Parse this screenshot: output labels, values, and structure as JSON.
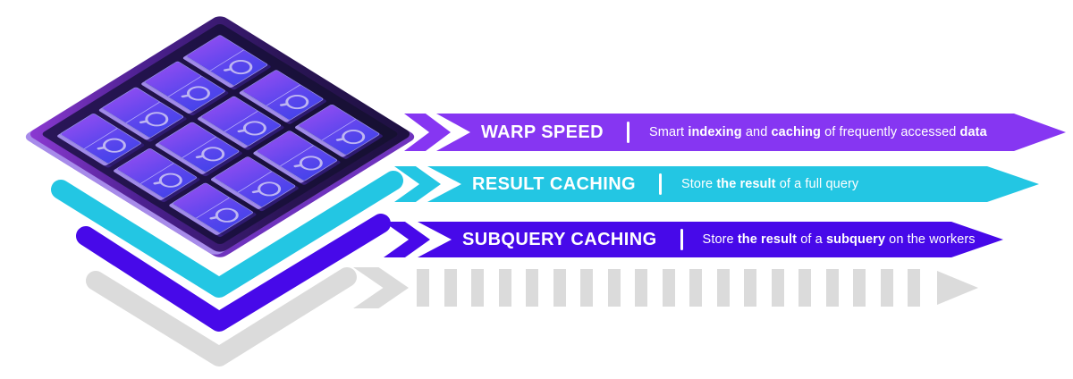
{
  "colors": {
    "warp_purple": "#8636F2",
    "result_cyan": "#23C6E3",
    "subquery_indigo": "#4709E9",
    "flow_gray": "#DBDBDB",
    "board_rim_bright": "#8D3AD4",
    "board_rim_dark": "#1D1040",
    "board_face": "#1B1040",
    "board_side_light": "#A78BEA",
    "board_side_dark": "#6F33BE",
    "tile_violet": "#8A4CF0",
    "tile_blue": "#4643EA",
    "tile_border": "#9A92F5",
    "magnifier": "#BEB6F2"
  },
  "banners": [
    {
      "id": "warp-speed",
      "title": "WARP SPEED",
      "divider_glyph": "|",
      "desc_segments": [
        {
          "text": "Smart ",
          "bold": false
        },
        {
          "text": "indexing",
          "bold": true
        },
        {
          "text": " and ",
          "bold": false
        },
        {
          "text": "caching",
          "bold": true
        },
        {
          "text": " of frequently accessed ",
          "bold": false
        },
        {
          "text": "data",
          "bold": true
        }
      ]
    },
    {
      "id": "result-caching",
      "title": "RESULT CACHING",
      "divider_glyph": "|",
      "desc_segments": [
        {
          "text": "Store ",
          "bold": false
        },
        {
          "text": "the result",
          "bold": true
        },
        {
          "text": " of a full query",
          "bold": false
        }
      ]
    },
    {
      "id": "subquery-caching",
      "title": "SUBQUERY CACHING",
      "divider_glyph": "|",
      "desc_segments": [
        {
          "text": "Store ",
          "bold": false
        },
        {
          "text": "the result",
          "bold": true
        },
        {
          "text": " of a ",
          "bold": false
        },
        {
          "text": "subquery",
          "bold": true
        },
        {
          "text": " on the workers",
          "bold": false
        }
      ]
    }
  ],
  "board": {
    "tile_count": 12,
    "tile_rows": 4,
    "tile_cols": 3,
    "tile_icon": "magnifier-icon"
  },
  "flow_arrow": {
    "dash_count": 19
  }
}
